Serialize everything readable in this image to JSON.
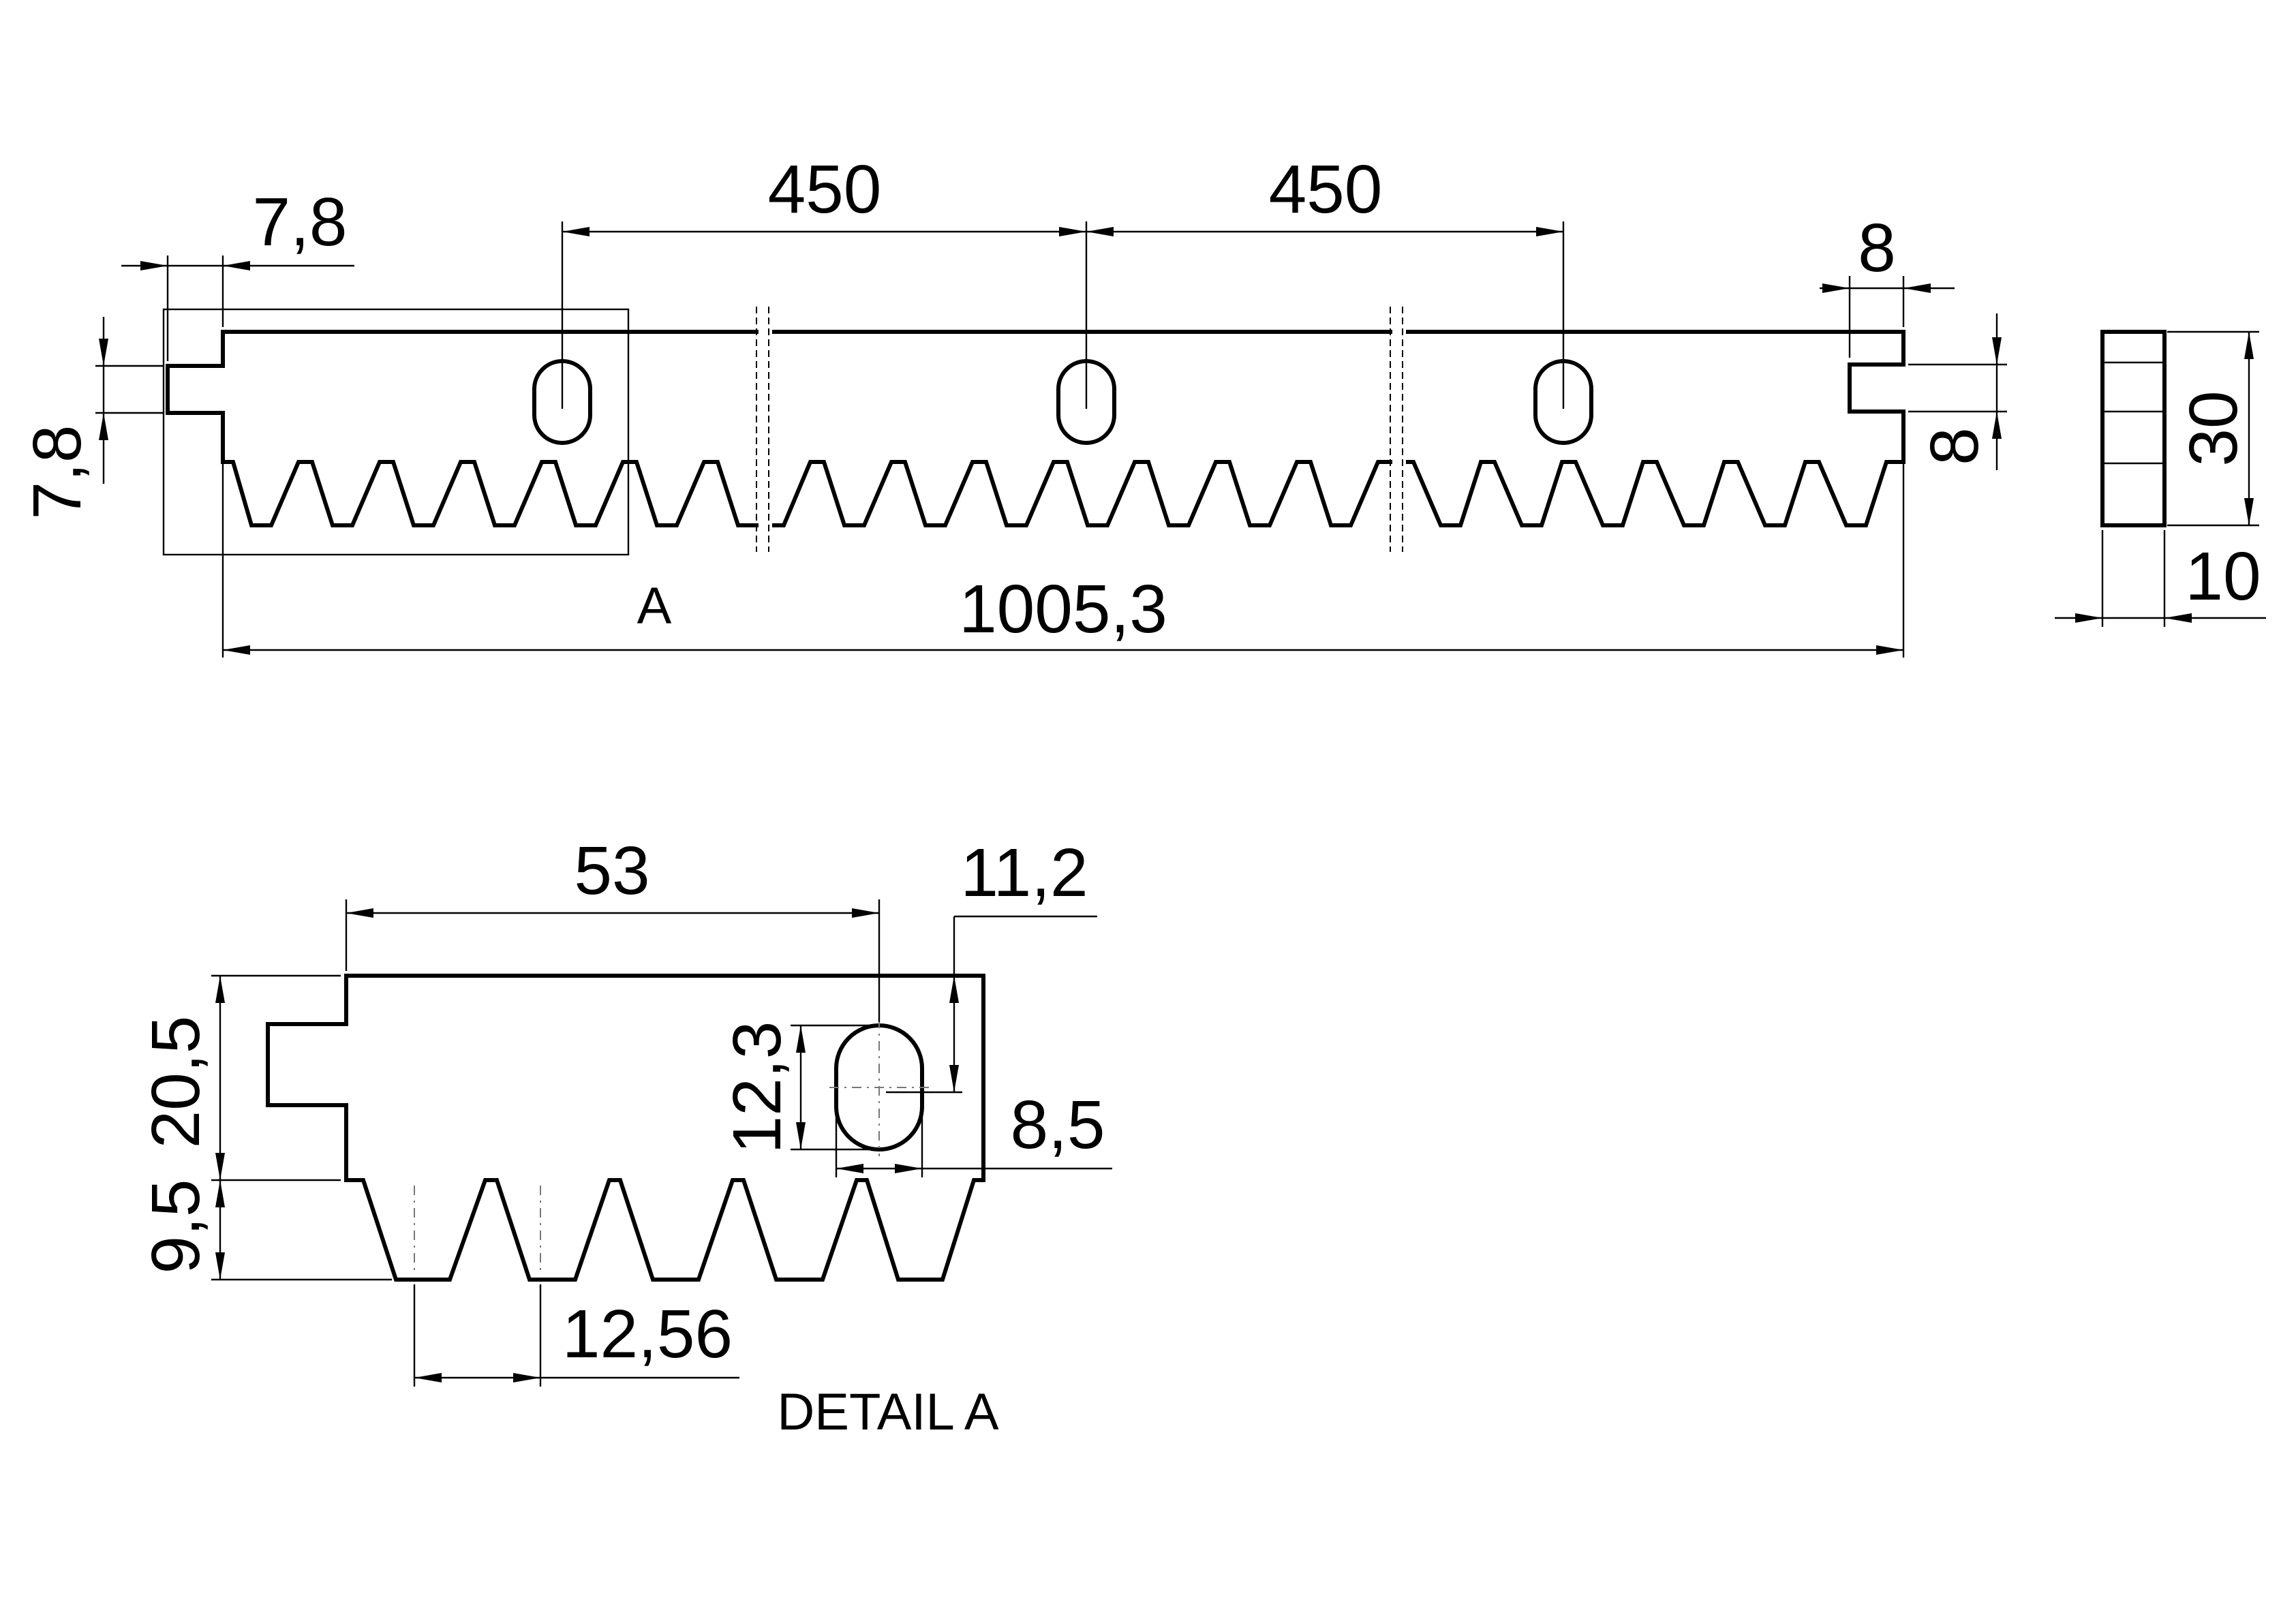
{
  "main_view": {
    "dims": {
      "left_offset": "7,8",
      "hole_pitch_1": "450",
      "hole_pitch_2": "450",
      "right_notch": "8",
      "left_notch_height": "7,8",
      "right_notch_height": "8",
      "overall_length": "1005,3"
    },
    "detail_marker": "A"
  },
  "side_view": {
    "dims": {
      "height": "30",
      "width": "10"
    }
  },
  "detail_view": {
    "caption": "DETAIL A",
    "dims": {
      "hole_distance": "53",
      "hole_top_offset": "11,2",
      "body_height": "20,5",
      "tooth_height": "9,5",
      "slot_length": "12,3",
      "slot_width": "8,5",
      "tooth_pitch": "12,56"
    }
  },
  "colors": {
    "line": "#000000",
    "background": "#ffffff",
    "center_line": "#777777"
  }
}
